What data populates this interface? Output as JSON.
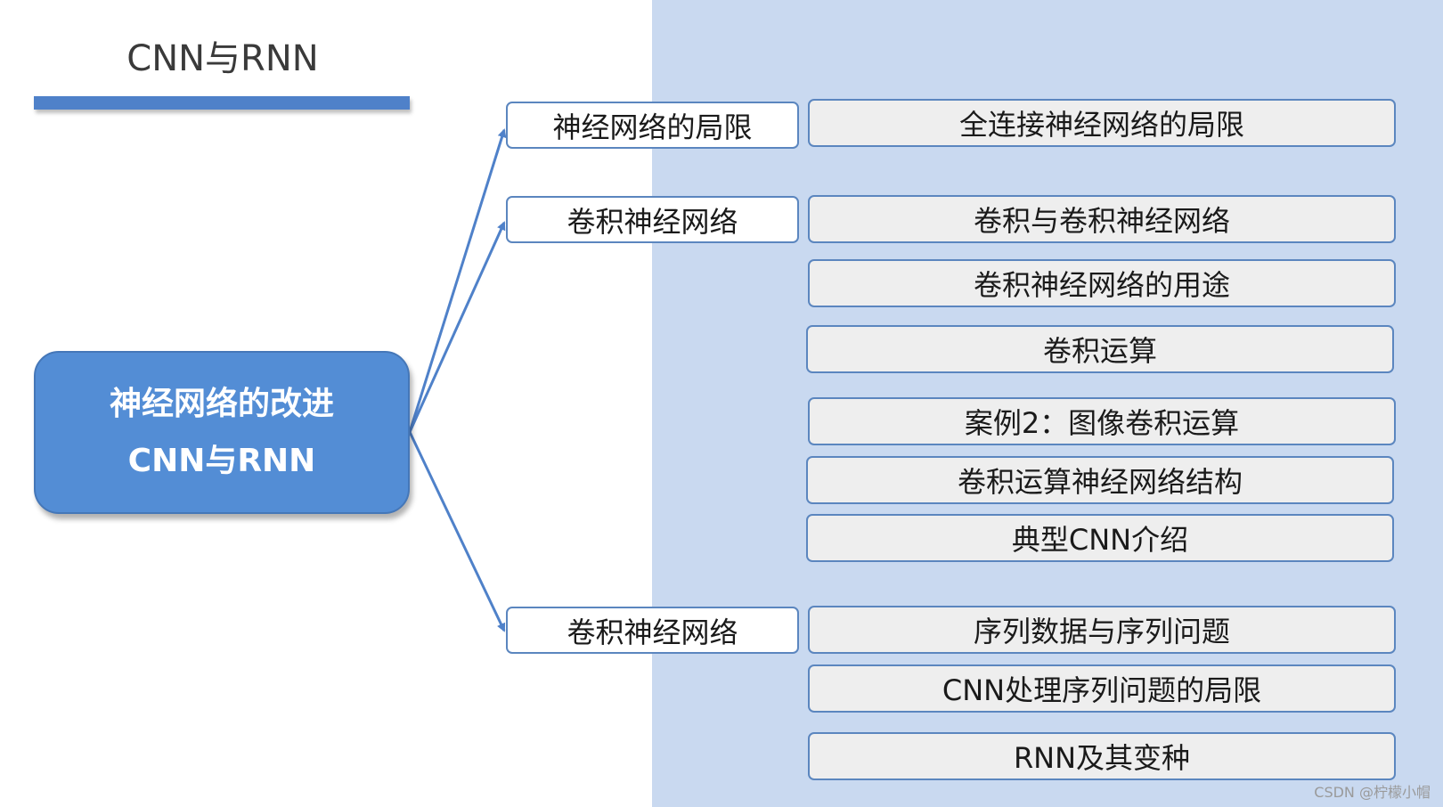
{
  "slide": {
    "title": "CNN与RNN",
    "center_line1": "神经网络的改进",
    "center_line2": "CNN与RNN"
  },
  "branches": [
    {
      "label": "神经网络的局限",
      "items": [
        "全连接神经网络的局限"
      ]
    },
    {
      "label": "卷积神经网络",
      "items": [
        "卷积与卷积神经网络",
        "卷积神经网络的用途",
        "卷积运算",
        "案例2：图像卷积运算",
        "卷积运算神经网络结构",
        "典型CNN介绍"
      ]
    },
    {
      "label": "卷积神经网络",
      "items": [
        "序列数据与序列问题",
        "CNN处理序列问题的局限",
        "RNN及其变种"
      ]
    }
  ],
  "colors": {
    "accent": "#538dd5",
    "panel": "#c9d9f0",
    "connector": "#4f81c9"
  },
  "watermark": "CSDN @柠檬小帽"
}
